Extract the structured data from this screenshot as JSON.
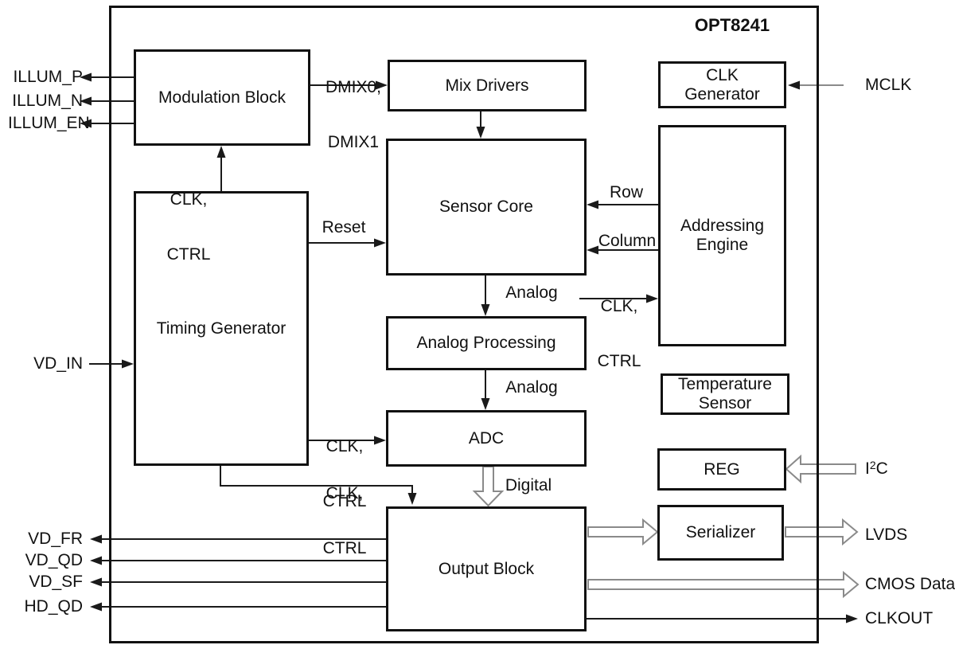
{
  "chip": {
    "name": "OPT8241"
  },
  "blocks": {
    "modulation": "Modulation Block",
    "mix_drivers": "Mix Drivers",
    "clk_generator": "CLK Generator",
    "sensor_core": "Sensor Core",
    "addressing_engine": "Addressing Engine",
    "timing_generator": "Timing Generator",
    "analog_processing": "Analog Processing",
    "temperature_sensor": "Temperature Sensor",
    "adc": "ADC",
    "reg": "REG",
    "output_block": "Output Block",
    "serializer": "Serializer"
  },
  "pins": {
    "illum_p": "ILLUM_P",
    "illum_n": "ILLUM_N",
    "illum_en": "ILLUM_EN",
    "vd_in": "VD_IN",
    "vd_fr": "VD_FR",
    "vd_qd": "VD_QD",
    "vd_sf": "VD_SF",
    "hd_qd": "HD_QD",
    "mclk": "MCLK",
    "i2c_base": "I",
    "i2c_sup": "2",
    "i2c_rest": "C",
    "lvds": "LVDS",
    "cmos": "CMOS Data",
    "clkout": "CLKOUT"
  },
  "signals": {
    "dmix_line1": "DMIX0,",
    "dmix_line2": "DMIX1",
    "clk": "CLK,",
    "ctrl": "CTRL",
    "reset": "Reset",
    "row": "Row",
    "column": "Column",
    "analog": "Analog",
    "digital": "Digital"
  },
  "colors": {
    "ink": "#1a1a1a",
    "bus_outline": "#8a8a8a",
    "background": "#ffffff"
  }
}
